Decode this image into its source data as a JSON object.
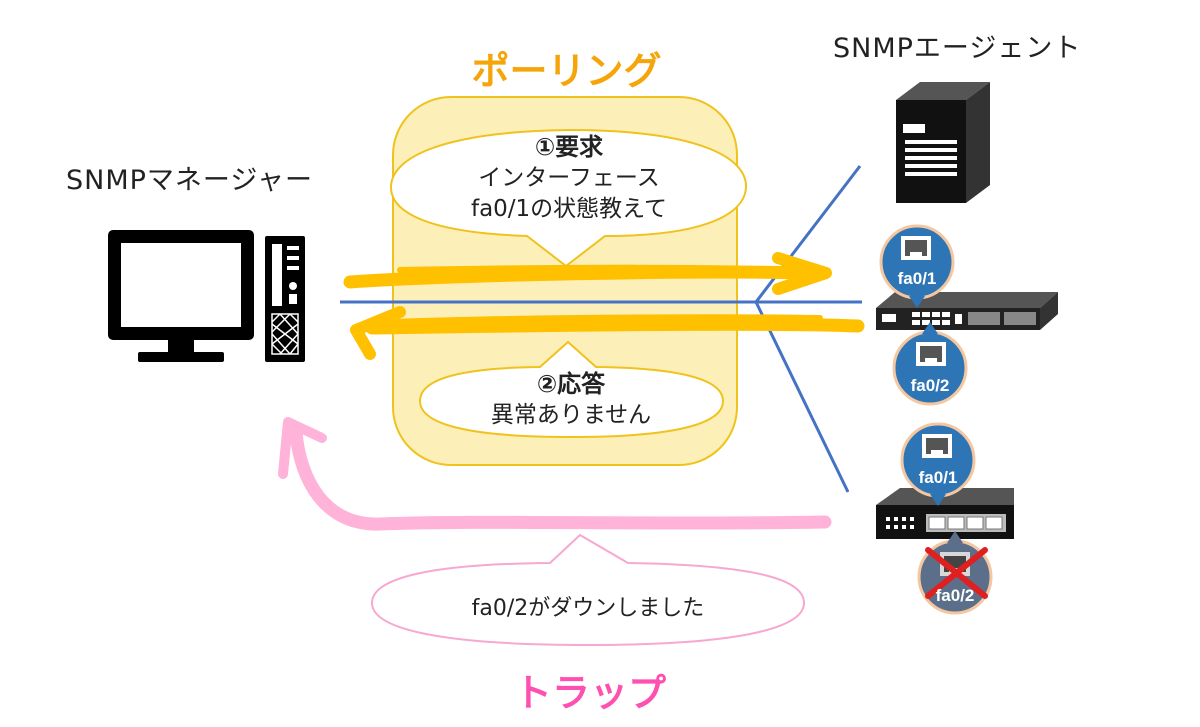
{
  "manager": {
    "label": "SNMPマネージャー"
  },
  "agent": {
    "label": "SNMPエージェント"
  },
  "polling": {
    "title": "ポーリング",
    "request": {
      "title": "①要求",
      "line1": "インターフェース",
      "line2": "fa0/1の状態教えて"
    },
    "response": {
      "title": "②応答",
      "line1": "異常ありません"
    }
  },
  "trap": {
    "title": "トラップ",
    "message": "fa0/2がダウンしました"
  },
  "switch1": {
    "port_top": "fa0/1",
    "port_bottom": "fa0/2"
  },
  "switch2": {
    "port_top": "fa0/1",
    "port_bottom": "fa0/2",
    "port_bottom_status": "down"
  },
  "colors": {
    "polling": "#f5a50a",
    "polling_arrow": "#ffc000",
    "polling_panel": "#fdefb8",
    "trap": "#ff4fb0",
    "trap_arrow": "#ffb3d9",
    "network_line": "#4472c4",
    "port_badge": "#2e75b6",
    "port_badge_down": "#5b6f8a",
    "down_mark": "#e02020"
  },
  "icons": {
    "manager": "desktop-computer-icon",
    "agent_server": "server-tower-icon",
    "switch1": "rack-switch-icon",
    "switch2": "desktop-switch-icon",
    "port": "ethernet-port-icon",
    "down": "x-mark-icon"
  }
}
